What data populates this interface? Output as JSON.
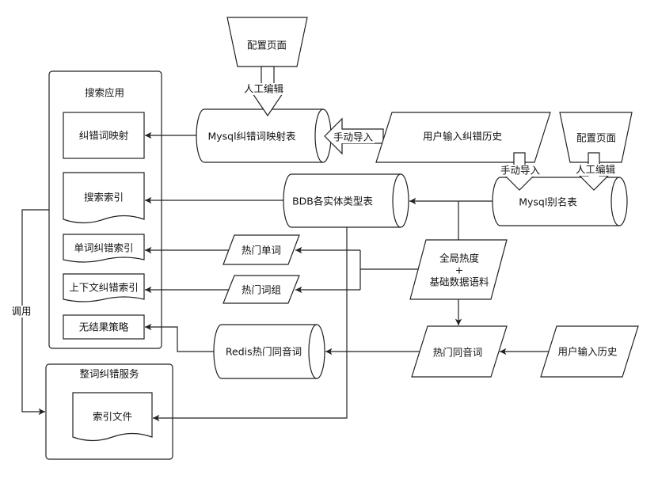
{
  "nodes": {
    "config_page_top": "配置页面",
    "search_app": "搜索应用",
    "correction_map": "纠错词映射",
    "search_index": "搜索索引",
    "word_correction_index": "单词纠错索引",
    "context_correction_index": "上下文纠错索引",
    "no_result_strategy": "无结果策略",
    "mysql_correction_table": "Mysql纠错词映射表",
    "user_correction_history": "用户输入纠错历史",
    "config_page_right": "配置页面",
    "mysql_alias_table": "Mysql别名表",
    "bdb_entity_table": "BDB各实体类型表",
    "global_heat_line1": "全局热度",
    "global_heat_line2": "+",
    "global_heat_line3": "基础数据语料",
    "hot_words": "热门单词",
    "hot_phrases": "热门词组",
    "redis_homophone": "Redis热门同音词",
    "hot_homophone": "热门同音词",
    "user_history": "用户输入历史",
    "whole_word_service": "整词纠错服务",
    "index_file": "索引文件"
  },
  "edge_labels": {
    "manual_edit_top": "人工编辑",
    "manual_import_left": "手动导入",
    "manual_import_down": "手动导入",
    "manual_edit_right": "人工编辑",
    "invoke": "调用"
  }
}
